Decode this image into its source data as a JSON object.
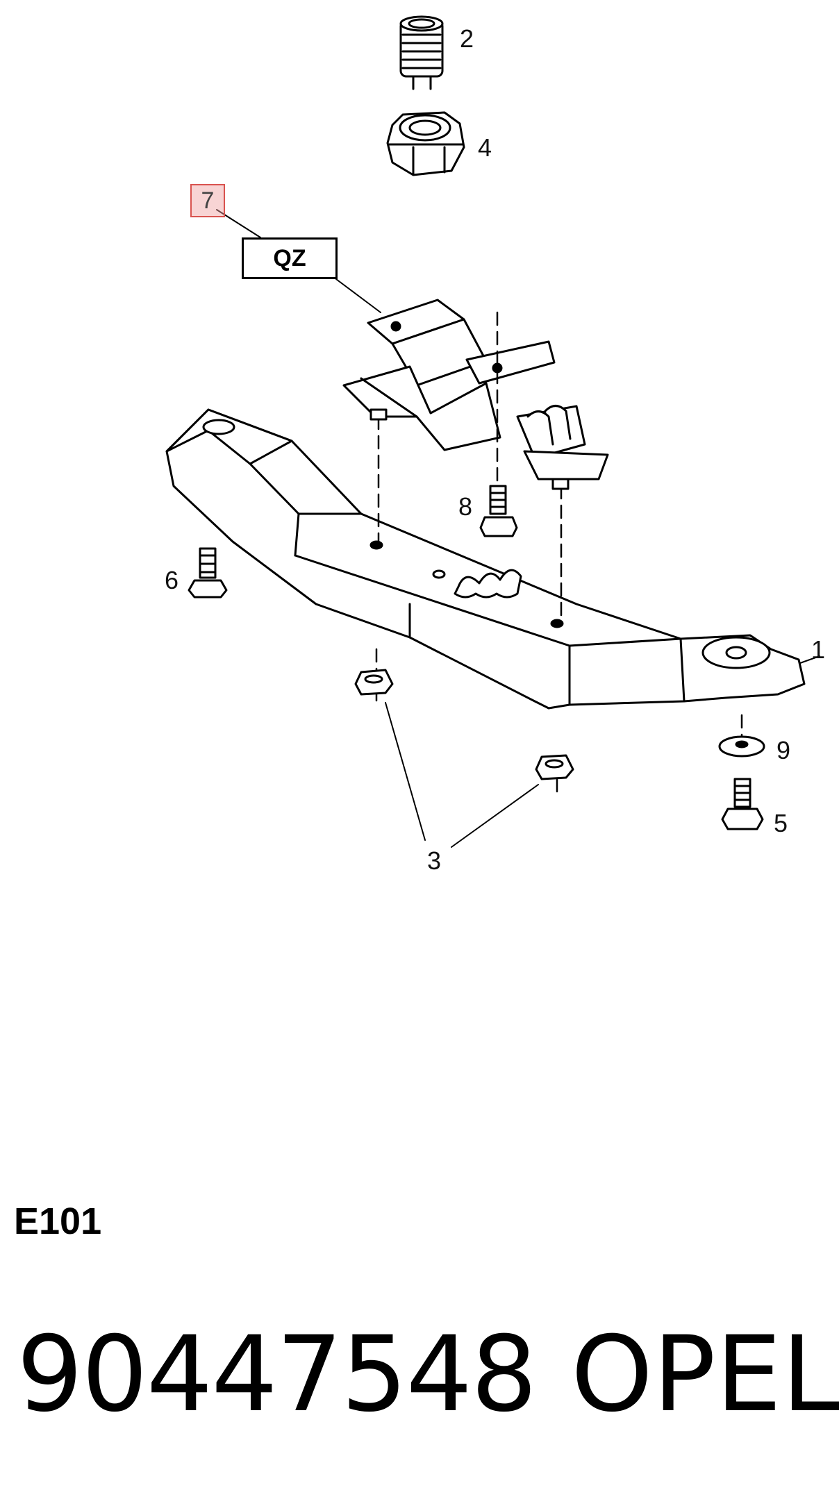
{
  "diagram": {
    "callouts": {
      "c1": "1",
      "c2": "2",
      "c3": "3",
      "c4": "4",
      "c5": "5",
      "c6": "6",
      "c7": "7",
      "c8": "8",
      "c9": "9"
    },
    "code_box": "QZ",
    "highlight_color": "#d9534f"
  },
  "footer": {
    "section_code": "E101",
    "part_number": "90447548",
    "brand": "OPEL"
  }
}
